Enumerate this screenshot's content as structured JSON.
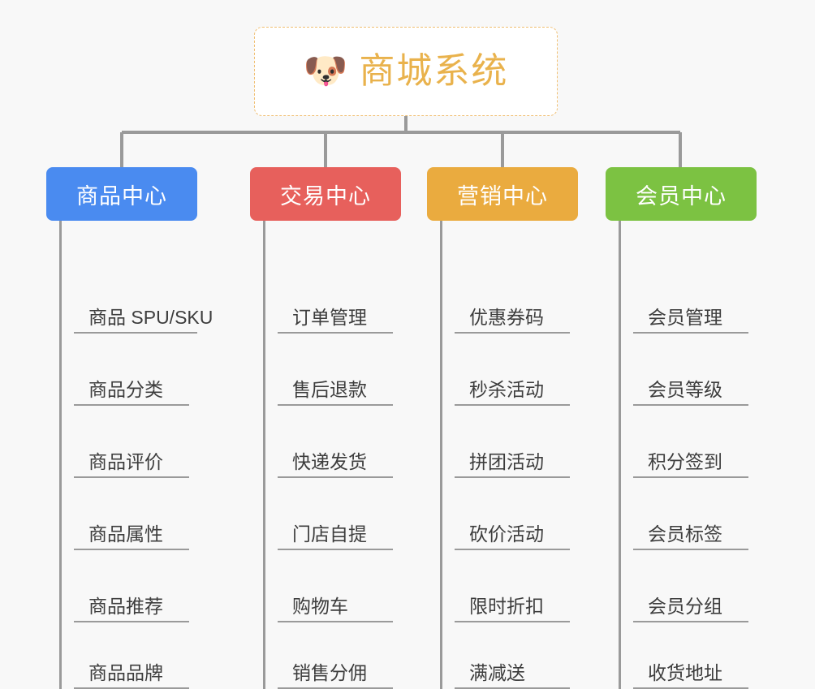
{
  "background_color": "#f8f8f8",
  "root": {
    "icon": "shiba-dog-face-icon",
    "icon_glyph": "🐶",
    "title": "商城系统",
    "title_color": "#e9b24c",
    "border_color": "#f0bf72",
    "border_style": "dashed"
  },
  "connector_color": "#9a9a9a",
  "columns": [
    {
      "id": "product-center",
      "header": "商品中心",
      "color": "#4a8bf0",
      "items": [
        "商品 SPU/SKU",
        "商品分类",
        "商品评价",
        "商品属性",
        "商品推荐",
        "商品品牌"
      ]
    },
    {
      "id": "trade-center",
      "header": "交易中心",
      "color": "#e7605c",
      "items": [
        "订单管理",
        "售后退款",
        "快递发货",
        "门店自提",
        "购物车",
        "销售分佣"
      ]
    },
    {
      "id": "marketing-center",
      "header": "营销中心",
      "color": "#eaab3f",
      "items": [
        "优惠券码",
        "秒杀活动",
        "拼团活动",
        "砍价活动",
        "限时折扣",
        "满减送"
      ]
    },
    {
      "id": "member-center",
      "header": "会员中心",
      "color": "#7cc242",
      "items": [
        "会员管理",
        "会员等级",
        "积分签到",
        "会员标签",
        "会员分组",
        "收货地址"
      ]
    }
  ]
}
